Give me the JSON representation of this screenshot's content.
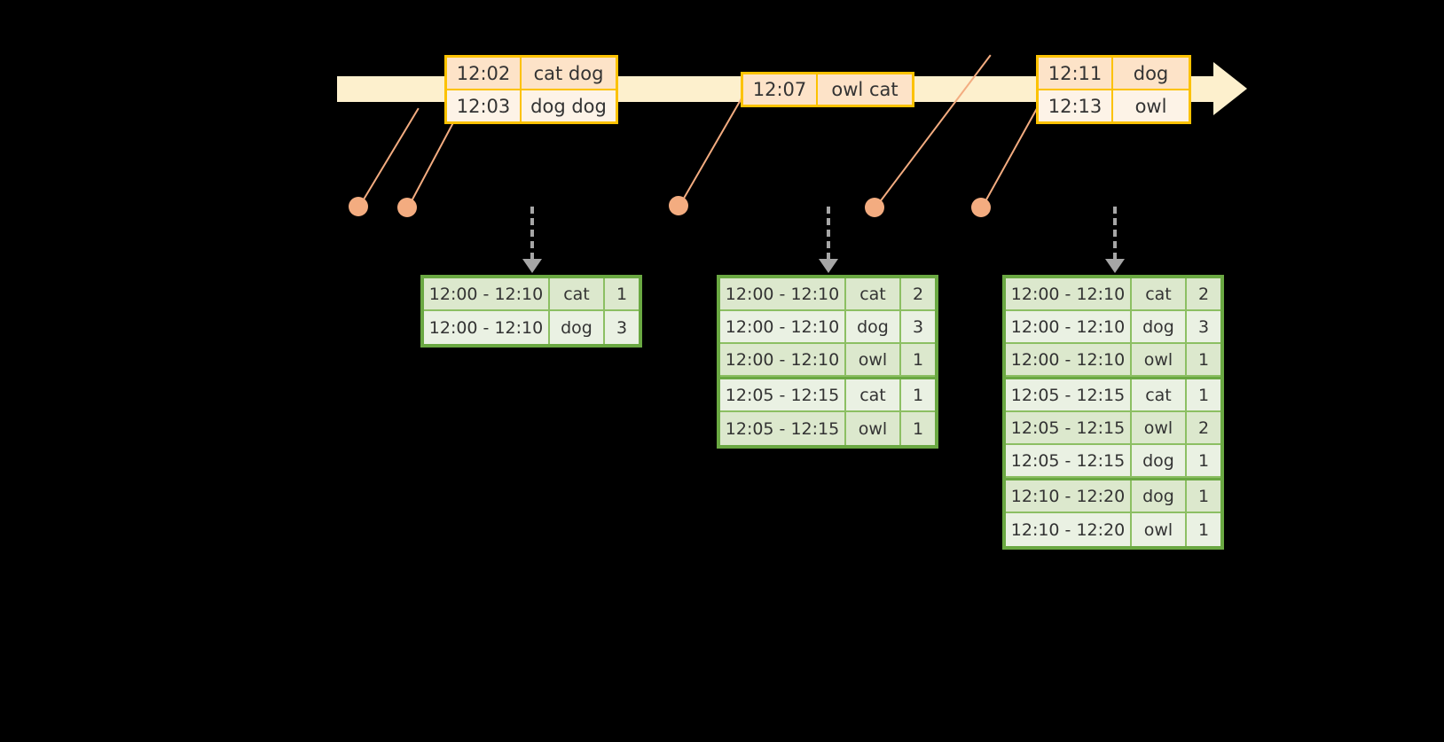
{
  "timeline": {
    "label": "event-stream-timeline",
    "bar_color": "#fdf0cd",
    "arrow_direction": "right"
  },
  "events": [
    {
      "id": "event-box-1",
      "rows": [
        {
          "time": "12:02",
          "words": "cat dog"
        },
        {
          "time": "12:03",
          "words": "dog dog"
        }
      ]
    },
    {
      "id": "event-box-2",
      "rows": [
        {
          "time": "12:07",
          "words": "owl cat"
        }
      ]
    },
    {
      "id": "event-box-3",
      "rows": [
        {
          "time": "12:11",
          "words": "dog"
        },
        {
          "time": "12:13",
          "words": "owl"
        }
      ]
    }
  ],
  "results": [
    {
      "id": "result-table-1",
      "rows": [
        {
          "window": "12:00 - 12:10",
          "key": "cat",
          "count": "1"
        },
        {
          "window": "12:00 - 12:10",
          "key": "dog",
          "count": "3"
        }
      ]
    },
    {
      "id": "result-table-2",
      "rows": [
        {
          "window": "12:00 - 12:10",
          "key": "cat",
          "count": "2"
        },
        {
          "window": "12:00 - 12:10",
          "key": "dog",
          "count": "3"
        },
        {
          "window": "12:00 - 12:10",
          "key": "owl",
          "count": "1"
        },
        {
          "window": "12:05 - 12:15",
          "key": "cat",
          "count": "1"
        },
        {
          "window": "12:05 - 12:15",
          "key": "owl",
          "count": "1"
        }
      ]
    },
    {
      "id": "result-table-3",
      "rows": [
        {
          "window": "12:00 - 12:10",
          "key": "cat",
          "count": "2"
        },
        {
          "window": "12:00 - 12:10",
          "key": "dog",
          "count": "3"
        },
        {
          "window": "12:00 - 12:10",
          "key": "owl",
          "count": "1"
        },
        {
          "window": "12:05 - 12:15",
          "key": "cat",
          "count": "1"
        },
        {
          "window": "12:05 - 12:15",
          "key": "owl",
          "count": "2"
        },
        {
          "window": "12:05 - 12:15",
          "key": "dog",
          "count": "1"
        },
        {
          "window": "12:10 - 12:20",
          "key": "dog",
          "count": "1"
        },
        {
          "window": "12:10 - 12:20",
          "key": "owl",
          "count": "1"
        }
      ]
    }
  ],
  "colors": {
    "background": "#000000",
    "timeline_fill": "#fdf0cd",
    "event_border": "#fcc200",
    "event_fill_shade": "#fde3c8",
    "event_fill_plain": "#fdf3e7",
    "connector": "#f3ac80",
    "table_border": "#6aa842",
    "table_fill_shade": "#dce8cd",
    "table_fill_plain": "#eaf1e3",
    "dashed_arrow": "#a6a6a6"
  }
}
